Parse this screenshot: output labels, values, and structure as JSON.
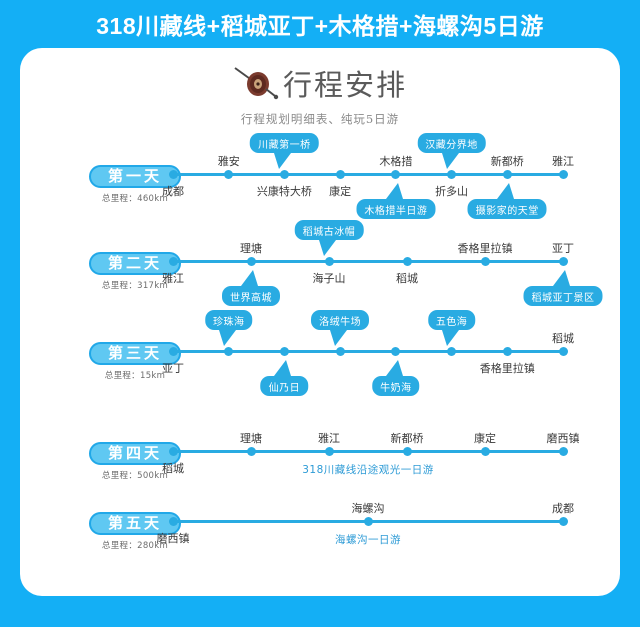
{
  "page_title": "318川藏线+稻城亚丁+木格措+海螺沟5日游",
  "header": {
    "icon": "compass-wheel-icon",
    "title": "行程安排",
    "subtitle": "行程规划明细表、纯玩5日游"
  },
  "colors": {
    "background": "#14AFF5",
    "card": "#FFFFFF",
    "line": "#29ABE2",
    "badge_fill": "#5FC8F2",
    "badge_border": "#21A8E8",
    "caption": "#2D9BD6",
    "stop_text": "#3A3A3A"
  },
  "days": [
    {
      "badge": "第一天",
      "mileage": "总里程：460km",
      "stops": [
        {
          "name": "成都",
          "pos": "below"
        },
        {
          "name": "雅安",
          "pos": "above"
        },
        {
          "name": "兴康特大桥",
          "pos": "below"
        },
        {
          "name": "康定",
          "pos": "below"
        },
        {
          "name": "木格措",
          "pos": "above"
        },
        {
          "name": "折多山",
          "pos": "below"
        },
        {
          "name": "新都桥",
          "pos": "above"
        },
        {
          "name": "雅江",
          "pos": "above"
        }
      ],
      "callouts": [
        {
          "text": "川藏第一桥",
          "stop": 2,
          "side": "above"
        },
        {
          "text": "木格措半日游",
          "stop": 4,
          "side": "below"
        },
        {
          "text": "汉藏分界地",
          "stop": 5,
          "side": "above"
        },
        {
          "text": "摄影家的天堂",
          "stop": 6,
          "side": "below"
        }
      ],
      "caption": ""
    },
    {
      "badge": "第二天",
      "mileage": "总里程：317km",
      "stops": [
        {
          "name": "雅江",
          "pos": "below"
        },
        {
          "name": "理塘",
          "pos": "above"
        },
        {
          "name": "海子山",
          "pos": "below"
        },
        {
          "name": "稻城",
          "pos": "below"
        },
        {
          "name": "香格里拉镇",
          "pos": "above"
        },
        {
          "name": "亚丁",
          "pos": "above"
        }
      ],
      "callouts": [
        {
          "text": "世界高城",
          "stop": 1,
          "side": "below"
        },
        {
          "text": "稻城古冰帽",
          "stop": 2,
          "side": "above"
        },
        {
          "text": "稻城亚丁景区",
          "stop": 5,
          "side": "below"
        }
      ],
      "caption": ""
    },
    {
      "badge": "第三天",
      "mileage": "总里程：15km",
      "stops": [
        {
          "name": "亚丁",
          "pos": "below"
        },
        {
          "name": "",
          "pos": "none"
        },
        {
          "name": "",
          "pos": "none"
        },
        {
          "name": "",
          "pos": "none"
        },
        {
          "name": "",
          "pos": "none"
        },
        {
          "name": "",
          "pos": "none"
        },
        {
          "name": "香格里拉镇",
          "pos": "below"
        },
        {
          "name": "稻城",
          "pos": "above"
        }
      ],
      "callouts": [
        {
          "text": "珍珠海",
          "stop": 1,
          "side": "above"
        },
        {
          "text": "仙乃日",
          "stop": 2,
          "side": "below"
        },
        {
          "text": "洛绒牛场",
          "stop": 3,
          "side": "above"
        },
        {
          "text": "牛奶海",
          "stop": 4,
          "side": "below"
        },
        {
          "text": "五色海",
          "stop": 5,
          "side": "above"
        }
      ],
      "caption": ""
    },
    {
      "badge": "第四天",
      "mileage": "总里程：500km",
      "stops": [
        {
          "name": "稻城",
          "pos": "below"
        },
        {
          "name": "理塘",
          "pos": "above"
        },
        {
          "name": "雅江",
          "pos": "above"
        },
        {
          "name": "新都桥",
          "pos": "above"
        },
        {
          "name": "康定",
          "pos": "above"
        },
        {
          "name": "磨西镇",
          "pos": "above"
        }
      ],
      "callouts": [],
      "caption": "318川藏线沿途观光一日游"
    },
    {
      "badge": "第五天",
      "mileage": "总里程：280km",
      "stops": [
        {
          "name": "磨西镇",
          "pos": "below"
        },
        {
          "name": "海螺沟",
          "pos": "above"
        },
        {
          "name": "成都",
          "pos": "above"
        }
      ],
      "callouts": [],
      "caption": "海螺沟一日游"
    }
  ]
}
